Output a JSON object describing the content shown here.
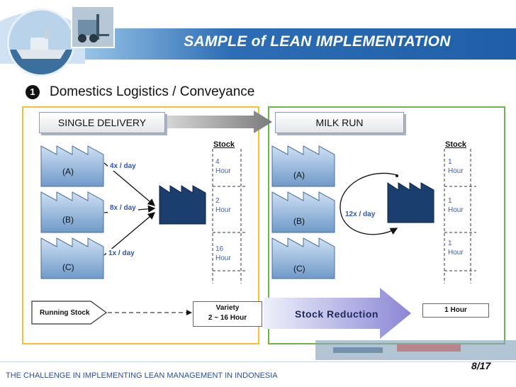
{
  "header": {
    "title": "SAMPLE of LEAN IMPLEMENTATION",
    "bg_colors": [
      "#1f5fa8",
      "#9cc7e8"
    ]
  },
  "section": {
    "bullet": "1",
    "heading": "Domestics Logistics / Conveyance"
  },
  "left_panel": {
    "tab_label": "SINGLE DELIVERY",
    "border_color": "#f2c330",
    "factories": [
      "(A)",
      "(B)",
      "(C)"
    ],
    "frequencies": [
      "4x / day",
      "8x / day",
      "1x / day"
    ],
    "stock_header": "Stock",
    "stock_values": [
      {
        "num": "4",
        "unit": "Hour"
      },
      {
        "num": "2",
        "unit": "Hour"
      },
      {
        "num": "16",
        "unit": "Hour"
      }
    ],
    "running_stock_label": "Running Stock",
    "variety_label": "Variety",
    "variety_value": "2 ~ 16 Hour"
  },
  "right_panel": {
    "tab_label": "MILK RUN",
    "border_color": "#6db34a",
    "factories": [
      "(A)",
      "(B)",
      "(C)"
    ],
    "frequency": "12x / day",
    "stock_header": "Stock",
    "stock_values": [
      {
        "num": "1",
        "unit": "Hour"
      },
      {
        "num": "1",
        "unit": "Hour"
      },
      {
        "num": "1",
        "unit": "Hour"
      }
    ],
    "reduction_label": "Stock Reduction",
    "result_value": "1 Hour"
  },
  "footer": {
    "text": "THE CHALLENGE IN IMPLEMENTING LEAN MANAGEMENT IN INDONESIA",
    "page": "8/17"
  }
}
